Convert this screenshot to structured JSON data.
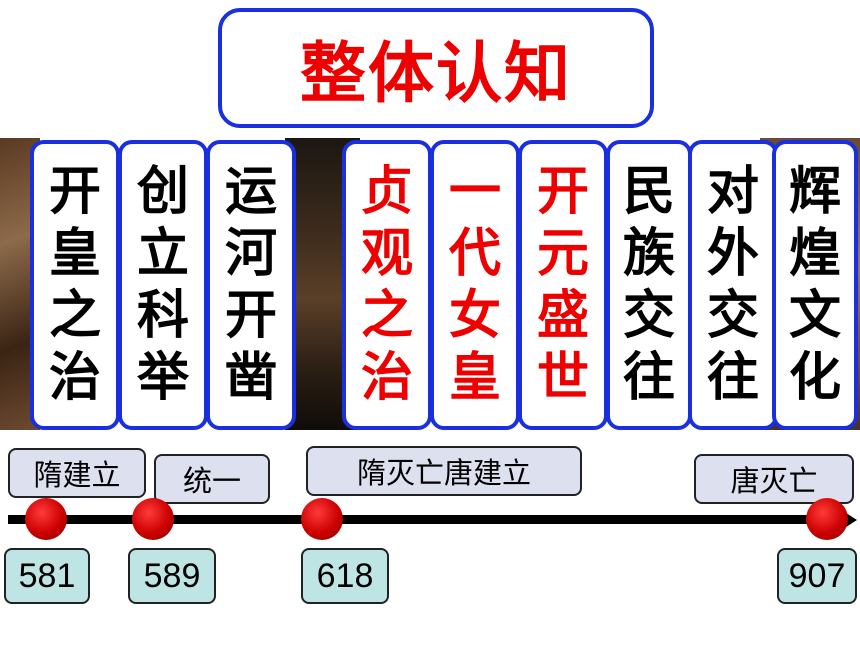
{
  "title": "整体认知",
  "cards": [
    {
      "text": "开皇之治",
      "highlight": false
    },
    {
      "text": "创立科举",
      "highlight": false
    },
    {
      "text": "运河开凿",
      "highlight": false
    },
    {
      "text": "贞观之治",
      "highlight": true
    },
    {
      "text": "一代女皇",
      "highlight": true
    },
    {
      "text": "开元盛世",
      "highlight": true
    },
    {
      "text": "民族交往",
      "highlight": false
    },
    {
      "text": "对外交往",
      "highlight": false
    },
    {
      "text": "辉煌文化",
      "highlight": false
    }
  ],
  "timeline": {
    "events": [
      "隋建立",
      "统一",
      "隋灭亡唐建立",
      "唐灭亡"
    ],
    "years": [
      "581",
      "589",
      "618",
      "907"
    ]
  },
  "colors": {
    "border": "#1a2fe0",
    "highlight_text": "#ee0000",
    "event_fill": "#dde0ef",
    "year_fill": "#bfe4e4",
    "dot": "#cc0000"
  }
}
